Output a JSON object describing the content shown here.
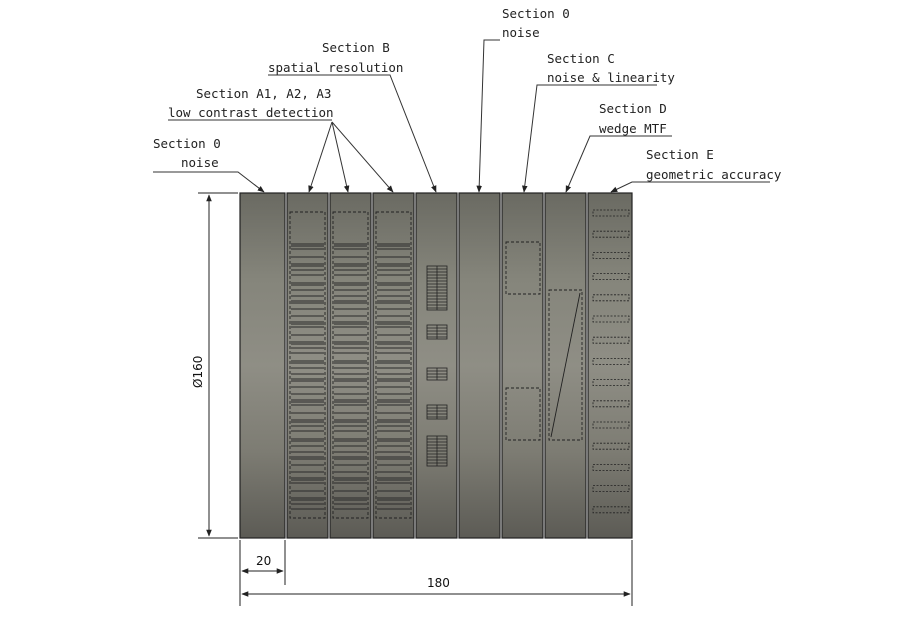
{
  "labels": {
    "section0_left": {
      "title": "Section 0",
      "sub": "noise"
    },
    "sectionA": {
      "title": "Section A1, A2, A3",
      "sub": "low contrast detection"
    },
    "sectionB": {
      "title": "Section B",
      "sub": "spatial resolution"
    },
    "section0_mid": {
      "title": "Section 0",
      "sub": "noise"
    },
    "sectionC": {
      "title": "Section C",
      "sub": "noise & linearity"
    },
    "sectionD": {
      "title": "Section D",
      "sub": "wedge MTF"
    },
    "sectionE": {
      "title": "Section E",
      "sub": "geometric accuracy"
    }
  },
  "dimensions": {
    "diameter": "Ø160",
    "section_width": "20",
    "total_length": "180"
  }
}
